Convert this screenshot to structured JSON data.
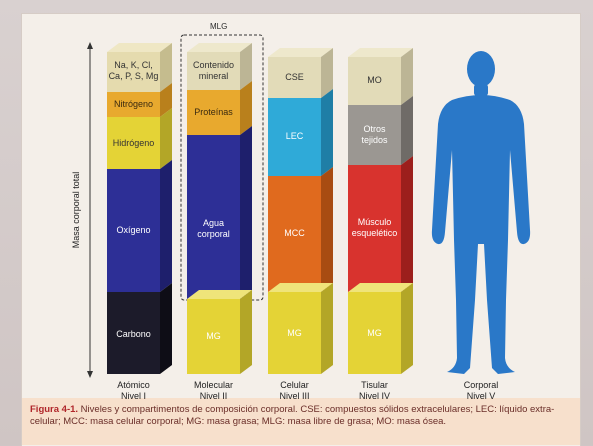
{
  "mlg_label": "MLG",
  "axis_label": "Masa corporal total",
  "columns": [
    {
      "title": "Atómico",
      "level": "Nivel I",
      "blocks": [
        {
          "text": "Na, K, Cl,\nCa, P, S, Mg",
          "color": "#e5dbae"
        },
        {
          "text": "Nitrógeno",
          "color": "#e8a92e"
        },
        {
          "text": "Hidrógeno",
          "color": "#e4d336"
        },
        {
          "text": "Oxígeno",
          "color": "#2d2f96"
        },
        {
          "text": "Carbono",
          "color": "#1c1b2a"
        }
      ]
    },
    {
      "title": "Molecular",
      "level": "Nivel II",
      "blocks": [
        {
          "text": "Contenido\nmineral",
          "color": "#e2dbb8"
        },
        {
          "text": "Proteínas",
          "color": "#e8a92e"
        },
        {
          "text": "Agua\ncorporal",
          "color": "#2d2f96"
        },
        {
          "text": "MG",
          "color": "#e4d336"
        }
      ]
    },
    {
      "title": "Celular",
      "level": "Nivel III",
      "blocks": [
        {
          "text": "CSE",
          "color": "#e2dbb8"
        },
        {
          "text": "LEC",
          "color": "#2faad8"
        },
        {
          "text": "MCC",
          "color": "#e06a1e"
        },
        {
          "text": "MG",
          "color": "#e4d336"
        }
      ]
    },
    {
      "title": "Tisular",
      "level": "Nivel IV",
      "blocks": [
        {
          "text": "MO",
          "color": "#e2dbb8"
        },
        {
          "text": "Otros\ntejidos",
          "color": "#9b9792"
        },
        {
          "text": "Músculo\nesquelético",
          "color": "#d8332e"
        },
        {
          "text": "MG",
          "color": "#e4d336"
        }
      ]
    },
    {
      "title": "Corporal",
      "level": "Nivel V",
      "blocks": []
    }
  ],
  "caption": {
    "prefix": "Figura 4-1.",
    "line1": " Niveles y compartimentos de composición corporal. CSE: compuestos sólidos extracelulares; LEC: líquido extra-",
    "line2": "celular; MCC: masa celular corporal; MG: masa grasa; MLG: masa libre de grasa; MO: masa ósea."
  },
  "colors": {
    "body_silhouette": "#2a78c8",
    "caption_bg": "#f7e0cc",
    "caption_title": "#b0262a"
  }
}
